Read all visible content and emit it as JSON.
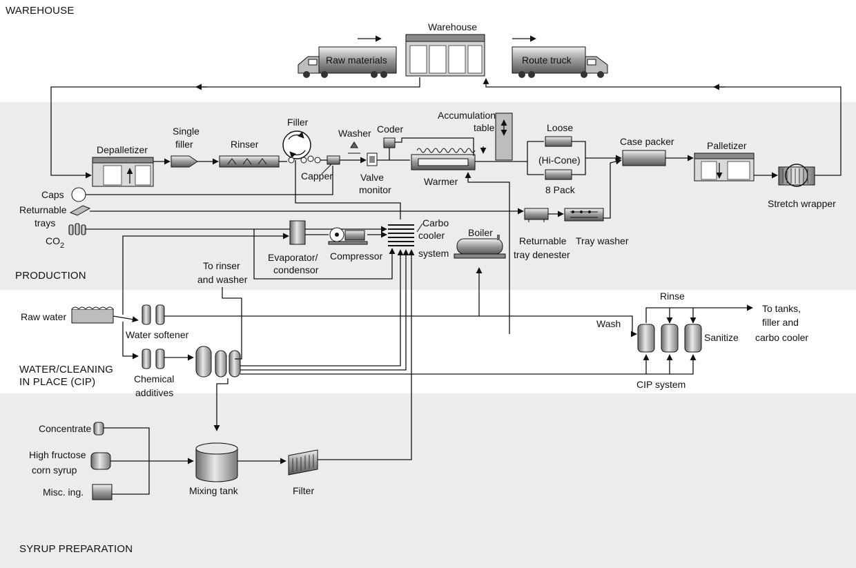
{
  "sections": {
    "warehouse": "WAREHOUSE",
    "production": "PRODUCTION",
    "water_cip_line1": "WATER/CLEANING",
    "water_cip_line2": "IN PLACE (CIP)",
    "syrup": "SYRUP PREPARATION"
  },
  "warehouse_area": {
    "warehouse": "Warehouse",
    "raw_materials": "Raw materials",
    "route_truck": "Route truck"
  },
  "production_area": {
    "depalletizer": "Depalletizer",
    "single_filler_1": "Single",
    "single_filler_2": "filler",
    "rinser": "Rinser",
    "filler": "Filler",
    "capper": "Capper",
    "washer": "Washer",
    "coder": "Coder",
    "valve_monitor_1": "Valve",
    "valve_monitor_2": "monitor",
    "warmer": "Warmer",
    "accumulation_1": "Accumulation",
    "accumulation_2": "table",
    "loose": "Loose",
    "hi_cone": "(Hi-Cone)",
    "eight_pack": "8 Pack",
    "case_packer": "Case packer",
    "palletizer": "Palletizer",
    "stretch_wrapper": "Stretch wrapper",
    "caps": "Caps",
    "returnable_trays_1": "Returnable",
    "returnable_trays_2": "trays",
    "co2": "CO",
    "co2_sub": "2",
    "evaporator_1": "Evaporator/",
    "evaporator_2": "condensor",
    "compressor": "Compressor",
    "carbo_1": "Carbo",
    "carbo_2": "cooler",
    "carbo_3": "system",
    "boiler": "Boiler",
    "tray_denester_1": "Returnable",
    "tray_denester_2": "tray denester",
    "tray_washer": "Tray washer"
  },
  "water_area": {
    "raw_water": "Raw water",
    "water_softener": "Water softener",
    "chemical_1": "Chemical",
    "chemical_2": "additives",
    "to_rinser_1": "To rinser",
    "to_rinser_2": "and washer",
    "rinse": "Rinse",
    "wash": "Wash",
    "sanitize": "Sanitize",
    "to_tanks_1": "To tanks,",
    "to_tanks_2": "filler and",
    "to_tanks_3": "carbo cooler",
    "cip_system": "CIP system"
  },
  "syrup_area": {
    "concentrate": "Concentrate",
    "hfcs_1": "High fructose",
    "hfcs_2": "corn syrup",
    "misc": "Misc. ing.",
    "mixing_tank": "Mixing tank",
    "filter": "Filter"
  }
}
